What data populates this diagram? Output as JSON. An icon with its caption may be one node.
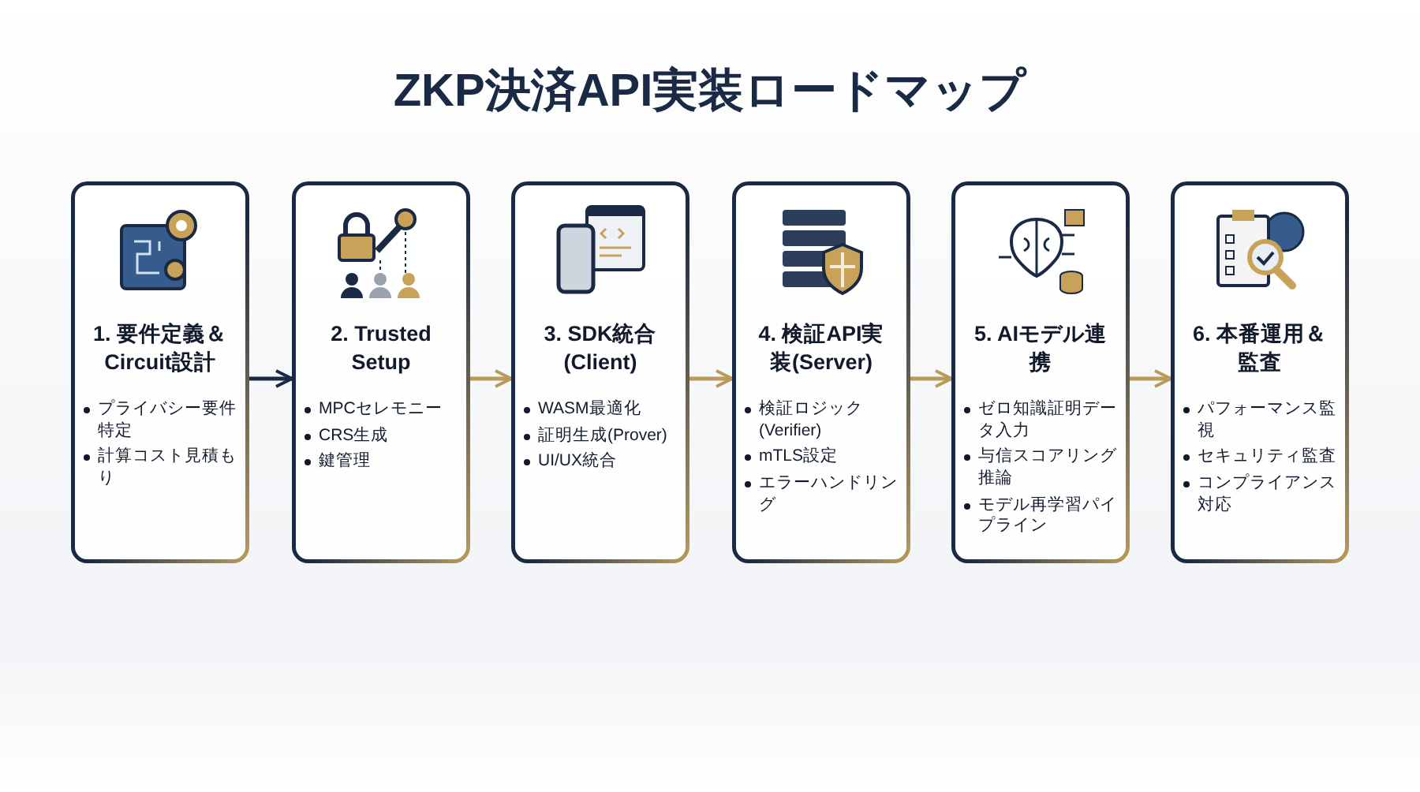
{
  "diagram": {
    "title": "ZKP決済API実装ロードマップ",
    "nodes": [
      {
        "text": [
          "1. 要件定義＆Circuit設計",
          "プライバシー要件特定",
          "計算コスト見積もり"
        ]
      },
      {
        "text": [
          "2. Trusted Setup",
          "MPCセレモニー",
          "CRS生成",
          "鍵管理"
        ]
      },
      {
        "text": [
          "3. SDK統合(Client)",
          "WASM最適化",
          "証明生成(Prover)",
          "UI/UX統合"
        ]
      },
      {
        "text": [
          "4. 検証API実装(Server)",
          "検証ロジック(Verifier)",
          "mTLS設定",
          "エラーハンドリング"
        ]
      },
      {
        "text": [
          "5. AIモデル連携",
          "ゼロ知識証明データ入力",
          "与信スコアリング推論",
          "モデル再学習パイプライン"
        ]
      },
      {
        "text": [
          "6. 本番運用＆監査",
          "パフォーマンス監視",
          "セキュリティ監査",
          "コンプライアンス対応"
        ]
      }
    ],
    "edges": [
      {
        "from": 0,
        "to": 1,
        "arrow": "to",
        "color": "#1b2a44"
      },
      {
        "from": 1,
        "to": 2,
        "arrow": "to"
      },
      {
        "from": 2,
        "to": 3,
        "arrow": "to"
      },
      {
        "from": 3,
        "to": 4,
        "arrow": "to"
      },
      {
        "from": 4,
        "to": 5,
        "arrow": "to"
      }
    ]
  }
}
